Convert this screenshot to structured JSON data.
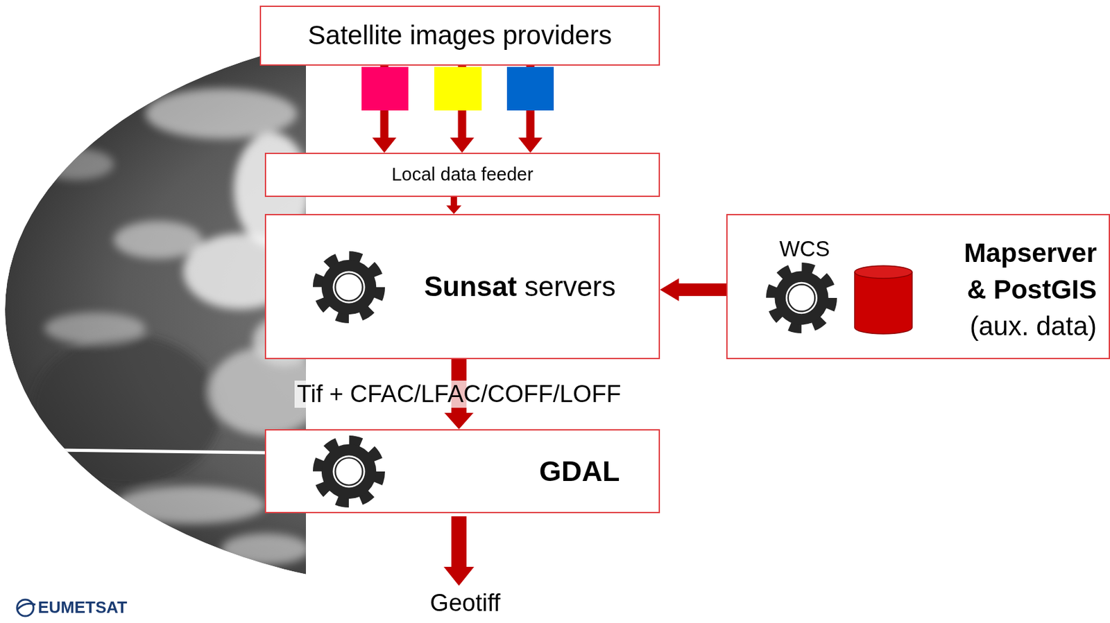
{
  "diagram": {
    "nodes": [
      {
        "text": [
          "Satellite images providers"
        ]
      },
      {
        "text": [
          "Local data feeder"
        ]
      },
      {
        "text": [
          "Sunsat",
          "servers"
        ]
      },
      {
        "text": [
          "WCS",
          "Mapserver & PostGIS",
          "(aux. data)"
        ]
      },
      {
        "text": [
          "GDAL"
        ]
      }
    ],
    "edges": [
      {
        "from": 0,
        "to": 1,
        "arrow": "to"
      },
      {
        "from": 0,
        "to": 1,
        "arrow": "to"
      },
      {
        "from": 0,
        "to": 1,
        "arrow": "to"
      },
      {
        "from": 1,
        "to": 2,
        "arrow": "to"
      },
      {
        "from": 3,
        "to": 2,
        "arrow": "to"
      },
      {
        "from": 2,
        "to": 4,
        "arrow": "to",
        "label": "Tif + CFAC/LFAC/COFF/LOFF"
      }
    ],
    "labels": [
      "Geotiff",
      "EUMETSAT"
    ]
  }
}
